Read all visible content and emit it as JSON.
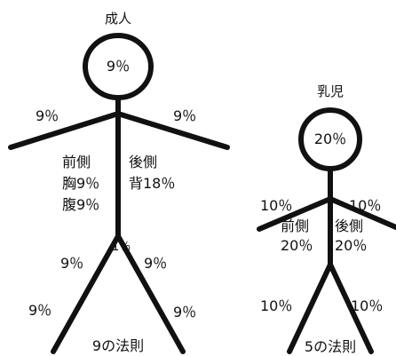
{
  "adult": {
    "title": "成人",
    "head": "9％",
    "arm_left": "9％",
    "arm_right": "9％",
    "front_label": "前側",
    "front_chest": "胸9％",
    "front_belly": "腹9％",
    "back_label": "後側",
    "back_value": "背18％",
    "groin": "1％",
    "thigh_left": "9％",
    "thigh_right": "9％",
    "leg_left": "9％",
    "leg_right": "9％",
    "rule": "9の法則"
  },
  "infant": {
    "title": "乳児",
    "head": "20％",
    "arm_left": "10％",
    "arm_right": "10％",
    "front_label": "前側",
    "front_value": "20％",
    "back_label": "後側",
    "back_value": "20％",
    "leg_left": "10％",
    "leg_right": "10％",
    "rule": "5の法則"
  },
  "colors": {
    "stroke": "#111111",
    "background": "#ffffff"
  }
}
